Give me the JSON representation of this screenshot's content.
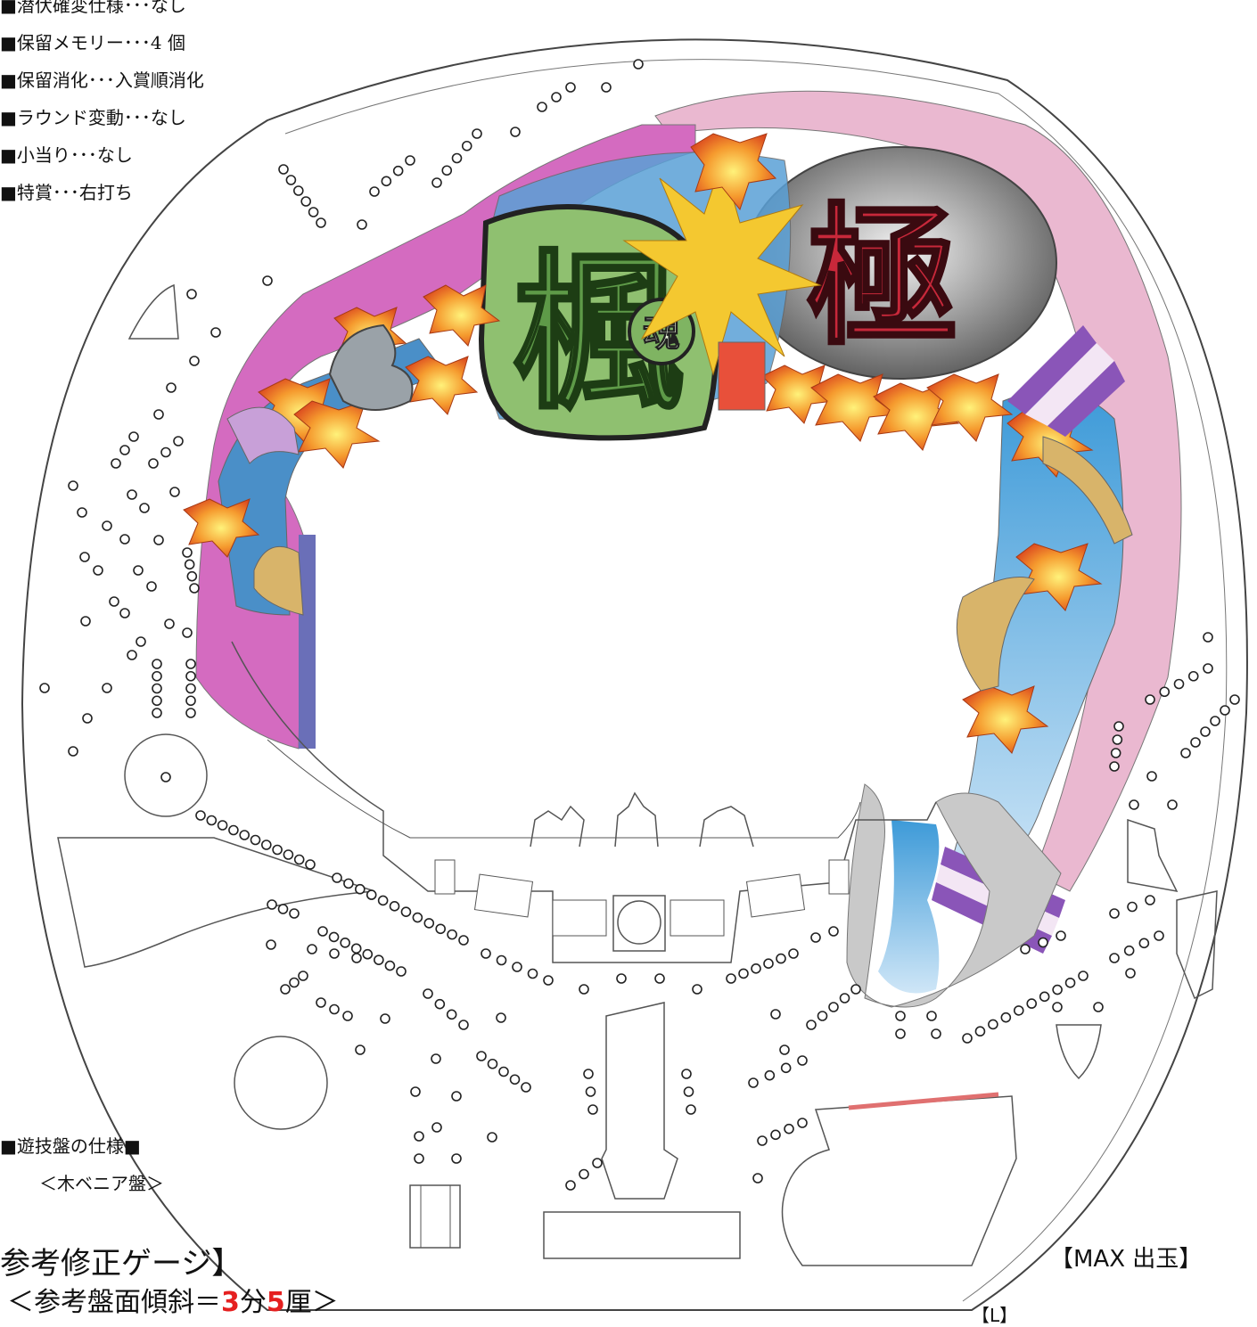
{
  "specs": [
    "■潜伏確変仕様･･･なし",
    "■保留メモリー･･･4 個",
    "■保留消化･･･入賞順消化",
    "■ラウンド変動･･･なし",
    "■小当り･･･なし",
    "■特賞･･･右打ち"
  ],
  "board_spec": {
    "heading": "■遊技盤の仕様■",
    "type": "＜木ベニア盤＞"
  },
  "gauge": {
    "title": "参考修正ゲージ】",
    "tilt_prefix": "＜参考盤面傾斜＝",
    "tilt_bu": "3",
    "tilt_unit1": "分",
    "tilt_rin": "5",
    "tilt_unit2": "厘＞"
  },
  "max_label": "【MAX 出玉】",
  "l_label": "【L】",
  "logo": {
    "kanji_left": "楓",
    "kanji_mid": "魂",
    "kanji_right": "極"
  },
  "colors": {
    "frame_magenta": "#d46bc0",
    "frame_pink": "#eab8d0",
    "sky_blue": "#4fa3dc",
    "logo_green": "#8fc070",
    "logo_red": "#c8283a",
    "leaf_orange": "#f08a2a",
    "pin_line": "#222222",
    "red_rail": "#e07070"
  }
}
